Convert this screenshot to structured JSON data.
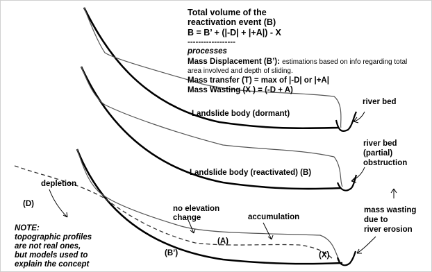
{
  "formula_box": {
    "title_line1": "Total volume of the",
    "title_line2": "reactivation event (B)",
    "equation": "B = B’ + (|-D| + |+A|) - X",
    "separator": "------------------",
    "processes_heading": "processes",
    "mass_displacement_label": "Mass Displacement (B’):",
    "mass_displacement_desc_1": "estimations based on info regarding total",
    "mass_displacement_desc_2": "area involved and depth of sliding.",
    "mass_transfer": "Mass transfer (T) = max of |-D| or |+A|",
    "mass_wasting": "Mass Wasting (X ) = (-D + A)"
  },
  "profile_1": {
    "body_label": "Landslide body (dormant)",
    "river_label": "river bed"
  },
  "profile_2": {
    "body_label": "Landslide  body (reactivated) (B)",
    "river_label_1": "river bed",
    "river_label_2": "(partial)",
    "river_label_3": "obstruction"
  },
  "profile_3": {
    "depletion_label": "depletion",
    "d_marker": "(D)",
    "no_change_label_1": "no elevation",
    "no_change_label_2": "change",
    "accumulation_label": "accumulation",
    "a_marker": "(A)",
    "b_prime_marker": "(B’)",
    "x_marker": "(X)",
    "mass_wasting_1": "mass wasting",
    "mass_wasting_2": "due to",
    "mass_wasting_3": "river erosion"
  },
  "note": {
    "line1": "NOTE:",
    "line2": "topographic profiles",
    "line3": "are not real ones,",
    "line4": "but models used to",
    "line5": "explain the concept"
  }
}
